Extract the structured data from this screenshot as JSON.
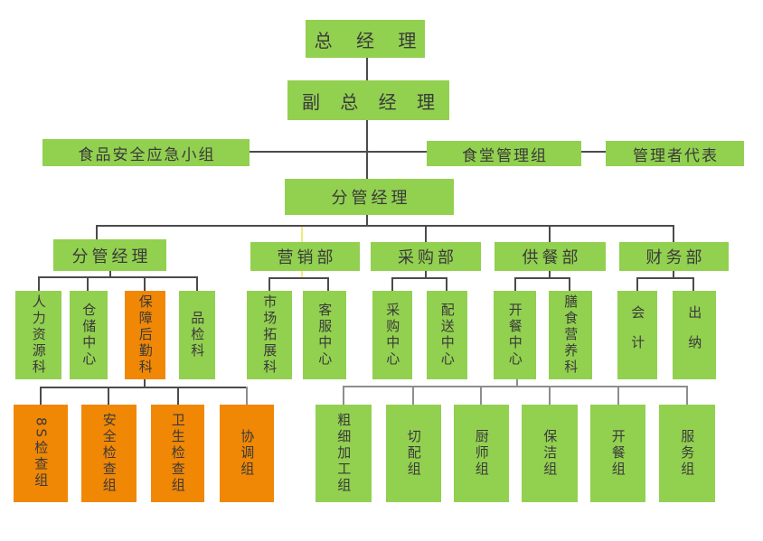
{
  "diagram_type": "org-chart",
  "palette": {
    "node_green": "#92D050",
    "node_orange": "#F08705",
    "line_dark": "#4b4b4b",
    "line_gray": "#8e8e8e",
    "line_yellow": "#F2E97B",
    "text": "#3a3a3a",
    "background": "#FFFFFF"
  },
  "nodes": {
    "gm": {
      "label": "总 经 理"
    },
    "dgm": {
      "label": "副 总 经 理"
    },
    "food_safety": {
      "label": "食品安全应急小组"
    },
    "canteen_mgmt": {
      "label": "食堂管理组"
    },
    "mgmt_rep": {
      "label": "管理者代表"
    },
    "charge_mgr": {
      "label": "分管经理"
    },
    "charge_mgr2": {
      "label": "分管经理"
    },
    "marketing": {
      "label": "营销部"
    },
    "purchasing": {
      "label": "采购部"
    },
    "catering": {
      "label": "供餐部"
    },
    "finance": {
      "label": "财务部"
    },
    "hr": {
      "label": "人力资源科"
    },
    "warehouse": {
      "label": "仓储中心"
    },
    "logistics": {
      "label": "保障后勤科"
    },
    "quality": {
      "label": "品检科"
    },
    "market_dev": {
      "label": "市场拓展科"
    },
    "cust_service": {
      "label": "客服中心"
    },
    "purchase_center": {
      "label": "采购中心"
    },
    "delivery_center": {
      "label": "配送中心"
    },
    "meal_center": {
      "label": "开餐中心"
    },
    "nutrition": {
      "label": "膳食营养科"
    },
    "accounting": {
      "label": "会计"
    },
    "cashier": {
      "label": "出纳"
    },
    "s8_check": {
      "label": "8S检查组"
    },
    "safety_check": {
      "label": "安全检查组"
    },
    "hygiene_check": {
      "label": "卫生检查组"
    },
    "coordination": {
      "label": "协调组"
    },
    "rough_proc": {
      "label": "粗细加工组"
    },
    "cutting": {
      "label": "切配组"
    },
    "chef": {
      "label": "厨师组"
    },
    "cleaning": {
      "label": "保洁组"
    },
    "meal_serving": {
      "label": "开餐组"
    },
    "service": {
      "label": "服务组"
    }
  },
  "edges": [
    [
      "总经理",
      "副总经理"
    ],
    [
      "副总经理",
      "食品安全应急小组"
    ],
    [
      "副总经理",
      "食堂管理组"
    ],
    [
      "食堂管理组",
      "管理者代表"
    ],
    [
      "副总经理",
      "分管经理"
    ],
    [
      "分管经理",
      "分管经理(二)"
    ],
    [
      "分管经理",
      "营销部"
    ],
    [
      "分管经理",
      "采购部"
    ],
    [
      "分管经理",
      "供餐部"
    ],
    [
      "分管经理",
      "财务部"
    ],
    [
      "分管经理(二)",
      "人力资源科"
    ],
    [
      "分管经理(二)",
      "仓储中心"
    ],
    [
      "分管经理(二)",
      "保障后勤科"
    ],
    [
      "分管经理(二)",
      "品检科"
    ],
    [
      "营销部",
      "市场拓展科"
    ],
    [
      "营销部",
      "客服中心"
    ],
    [
      "采购部",
      "采购中心"
    ],
    [
      "采购部",
      "配送中心"
    ],
    [
      "供餐部",
      "开餐中心"
    ],
    [
      "供餐部",
      "膳食营养科"
    ],
    [
      "财务部",
      "会计"
    ],
    [
      "财务部",
      "出纳"
    ],
    [
      "保障后勤科",
      "8S检查组"
    ],
    [
      "保障后勤科",
      "安全检查组"
    ],
    [
      "保障后勤科",
      "卫生检查组"
    ],
    [
      "保障后勤科",
      "协调组"
    ],
    [
      "开餐中心",
      "粗细加工组"
    ],
    [
      "开餐中心",
      "切配组"
    ],
    [
      "开餐中心",
      "厨师组"
    ],
    [
      "开餐中心",
      "保洁组"
    ],
    [
      "开餐中心",
      "开餐组"
    ],
    [
      "开餐中心",
      "服务组"
    ]
  ]
}
